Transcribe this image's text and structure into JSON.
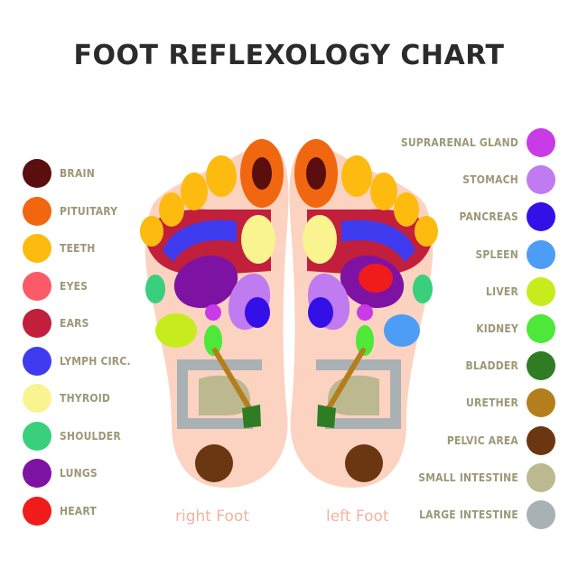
{
  "title": "FOOT REFLEXOLOGY CHART",
  "captions": {
    "right_foot": "right Foot",
    "left_foot": "left Foot"
  },
  "legend_left": [
    {
      "label": "BRAIN",
      "color": "#5a0e0e"
    },
    {
      "label": "PITUITARY",
      "color": "#f0670f"
    },
    {
      "label": "TEETH",
      "color": "#fdbb10"
    },
    {
      "label": "EYES",
      "color": "#fb5a68"
    },
    {
      "label": "EARS",
      "color": "#c11f3b"
    },
    {
      "label": "LYMPH CIRC.",
      "color": "#3f3cf0"
    },
    {
      "label": "THYROID",
      "color": "#f9f48f"
    },
    {
      "label": "SHOULDER",
      "color": "#39cf7d"
    },
    {
      "label": "LUNGS",
      "color": "#7e13a3"
    },
    {
      "label": "HEART",
      "color": "#f01b1b"
    }
  ],
  "legend_right": [
    {
      "label": "SUPRARENAL GLAND",
      "color": "#c83be6"
    },
    {
      "label": "STOMACH",
      "color": "#c07bf0"
    },
    {
      "label": "PANCREAS",
      "color": "#3410e8"
    },
    {
      "label": "SPLEEN",
      "color": "#4d9cf5"
    },
    {
      "label": "LIVER",
      "color": "#c6ec1e"
    },
    {
      "label": "KIDNEY",
      "color": "#4de83a"
    },
    {
      "label": "BLADDER",
      "color": "#2f7d22"
    },
    {
      "label": "URETHER",
      "color": "#b57e1c"
    },
    {
      "label": "PELVIC AREA",
      "color": "#6b3712"
    },
    {
      "label": "SMALL INTESTINE",
      "color": "#bcb890"
    },
    {
      "label": "LARGE INTESTINE",
      "color": "#a9b1b4"
    }
  ],
  "colors": {
    "skin": "#fbd3c0",
    "intestine_frame": "#a9b1b4",
    "intestine_fill": "#bcb890"
  }
}
